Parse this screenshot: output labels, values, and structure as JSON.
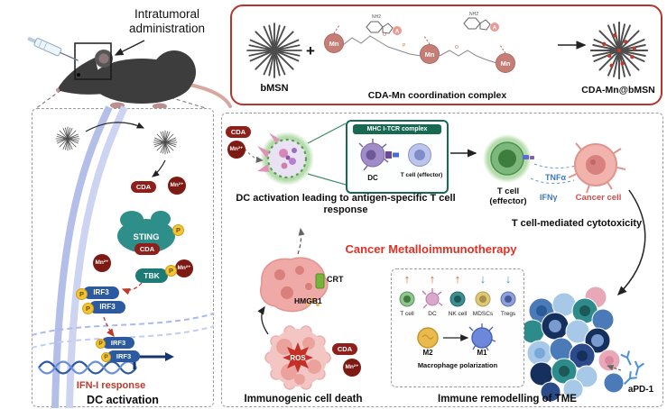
{
  "palette": {
    "accent_red": "#e03125",
    "panel_border_red": "#b5352c",
    "maroon_badge": "#8e1f1a",
    "sting_teal": "#2e8f8a",
    "irf3_blue": "#2c5aa0",
    "phospho_yellow": "#f3c431",
    "cytokine_blue": "#3a7abd"
  },
  "administration": {
    "label": "Intratumoral administration"
  },
  "synthesis_panel": {
    "bmsn_label": "bMSN",
    "plus": "+",
    "mn": "Mn",
    "adenine": "A",
    "nh2": "NH2",
    "atom_o": "O",
    "atom_p": "P",
    "complex_label": "CDA-Mn coordination complex",
    "product_label": "CDA-Mn@bMSN"
  },
  "sting_pathway": {
    "cda": "CDA",
    "mn2": "Mn²⁺",
    "sting": "STING",
    "phospho": "P",
    "tbk": "TBK",
    "irf3": "IRF3",
    "ifn_response": "IFN-I response",
    "caption": "DC activation"
  },
  "main_title": "Cancer Metalloimmunotherapy",
  "dc_tcell_panel": {
    "mhc_label": "MHC I-TCR complex",
    "dc_label": "DC",
    "tcell_label": "T cell (effector)",
    "caption": "DC activation leading to antigen-specific T cell response"
  },
  "cytotoxicity_panel": {
    "tcell_label": "T cell (effector)",
    "tnf": "TNFα",
    "ifng": "IFNγ",
    "cancer_label": "Cancer cell",
    "caption": "T cell-mediated cytotoxicity"
  },
  "icd_panel": {
    "crt": "CRT",
    "hmgb1": "HMGB1",
    "ros": "ROS",
    "caption": "Immunogenic cell death"
  },
  "tme_panel": {
    "up_arrow": "↑",
    "down_arrow": "↓",
    "cell_types": [
      "T cell",
      "DC",
      "NK cell",
      "MDSCs",
      "Tregs"
    ],
    "m2": "M2",
    "m1": "M1",
    "macrophage_label": "Macrophage polarization",
    "apd1_label": "aPD-1",
    "caption": "Immune remodelling of TME"
  }
}
